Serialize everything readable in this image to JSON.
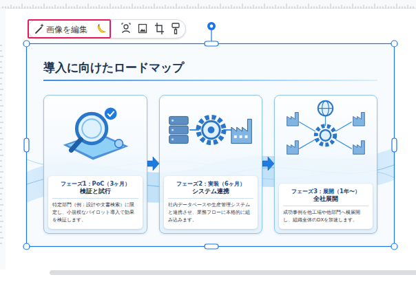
{
  "diagram": {
    "title": "導入に向けたロードマップ",
    "nodes": [
      {
        "text": [
          "フェーズ1：PoC（3ヶ月）",
          "検証と試行",
          "特定部門（例：設計や文書検索）に限定し、小規模なパイロット導入で効果を検証します。"
        ]
      },
      {
        "text": [
          "フェーズ2：実装（6ヶ月）",
          "システム連携",
          "社内データベースや生産管理システムと連携させ、業務フローに本格的に組み込みます。"
        ]
      },
      {
        "text": [
          "フェーズ3：展開（1年〜）",
          "全社展開",
          "成功事例を他工場や他部門へ横展開し、組織全体のDXを加速します。"
        ]
      }
    ],
    "edges": [
      {
        "from": 0,
        "to": 1,
        "arrow": "to"
      },
      {
        "from": 1,
        "to": 2,
        "arrow": "to"
      }
    ],
    "labels": [
      "画像を編集"
    ]
  }
}
